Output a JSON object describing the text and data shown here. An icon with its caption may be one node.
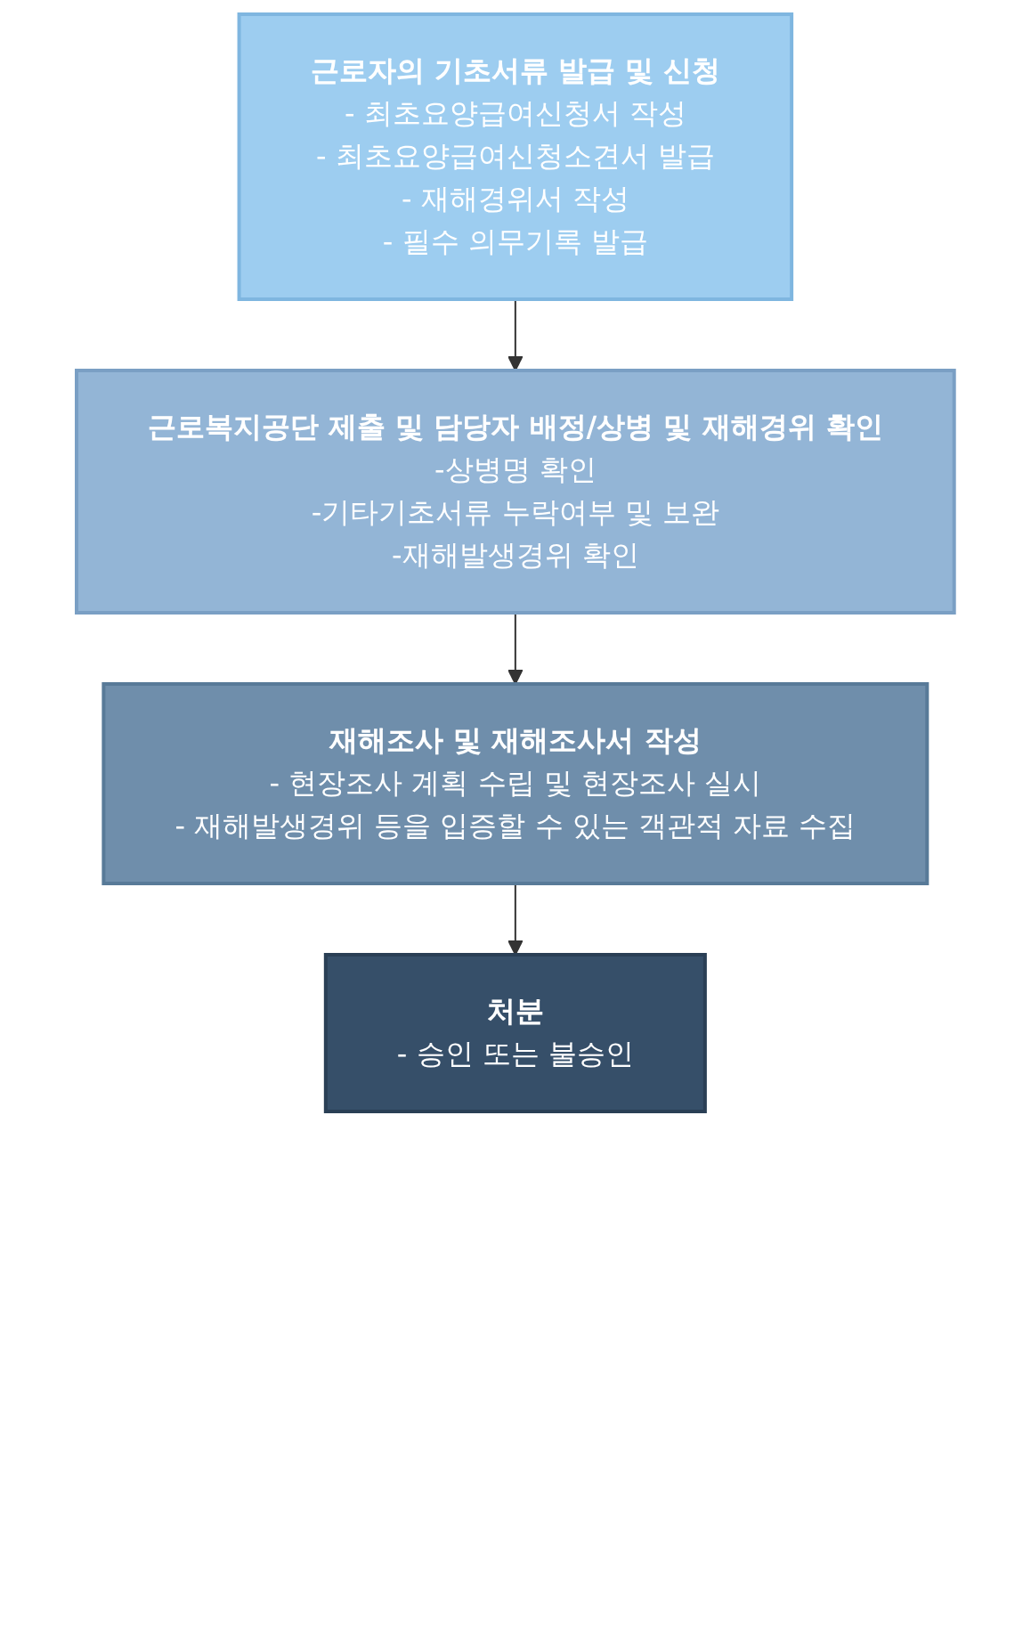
{
  "diagram": {
    "nodes": [
      {
        "text": [
          "근로자의 기초서류 발급 및 신청",
          "- 최초요양급여신청서 작성",
          "- 최초요양급여신청소견서 발급",
          "- 재해경위서 작성",
          "- 필수 의무기록 발급"
        ]
      },
      {
        "text": [
          "근로복지공단 제출 및 담당자 배정/상병 및 재해경위 확인",
          "-상병명 확인",
          "-기타기초서류 누락여부 및 보완",
          "-재해발생경위 확인"
        ]
      },
      {
        "text": [
          "재해조사 및 재해조사서 작성",
          "- 현장조사 계획 수립 및 현장조사 실시",
          "- 재해발생경위 등을 입증할 수 있는 객관적 자료 수집"
        ]
      },
      {
        "text": [
          "처분",
          "- 승인 또는 불승인"
        ]
      }
    ],
    "edges": [
      {
        "from": 0,
        "to": 1,
        "arrow": "to"
      },
      {
        "from": 1,
        "to": 2,
        "arrow": "to"
      },
      {
        "from": 2,
        "to": 3,
        "arrow": "to"
      }
    ]
  }
}
